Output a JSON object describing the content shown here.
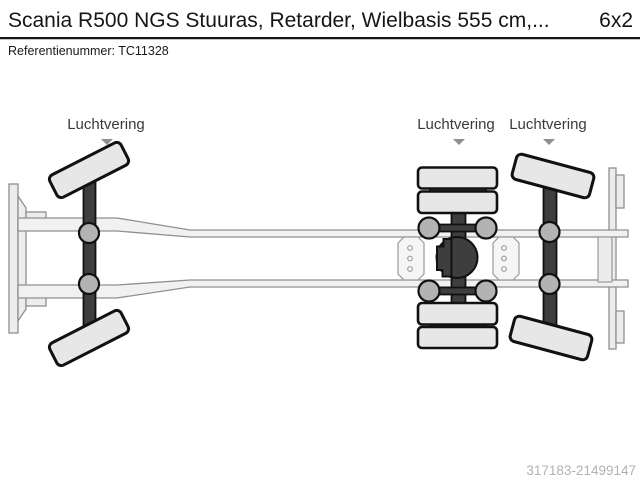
{
  "header": {
    "title": "Scania R500 NGS Stuuras, Retarder, Wielbasis 555 cm,...",
    "axle_config": "6x2",
    "reference": "Referentienummer: TC11328"
  },
  "diagram": {
    "type": "truck-chassis-top-view",
    "suspension_labels": [
      {
        "text": "Luchtvering",
        "icon": "arrow-down-icon",
        "points_to": "front-steer-axle"
      },
      {
        "text": "Luchtvering",
        "icon": "arrow-down-icon",
        "points_to": "drive-axle-dual-wheels"
      },
      {
        "text": "Luchtvering",
        "icon": "arrow-down-icon",
        "points_to": "tag-steer-axle"
      }
    ]
  },
  "footer": {
    "listing_id": "317183-21499147"
  },
  "colors": {
    "text_primary": "#161616",
    "label_text": "#3a3a3a",
    "listing_id_text": "#b2b2b2",
    "frame_line": "#8f8f8f",
    "frame_fill": "#f1f1f1",
    "axle_dark": "#3e3e3e",
    "wheel_fill": "#e7e7e7",
    "bellow_fill": "#b3b3b3"
  }
}
